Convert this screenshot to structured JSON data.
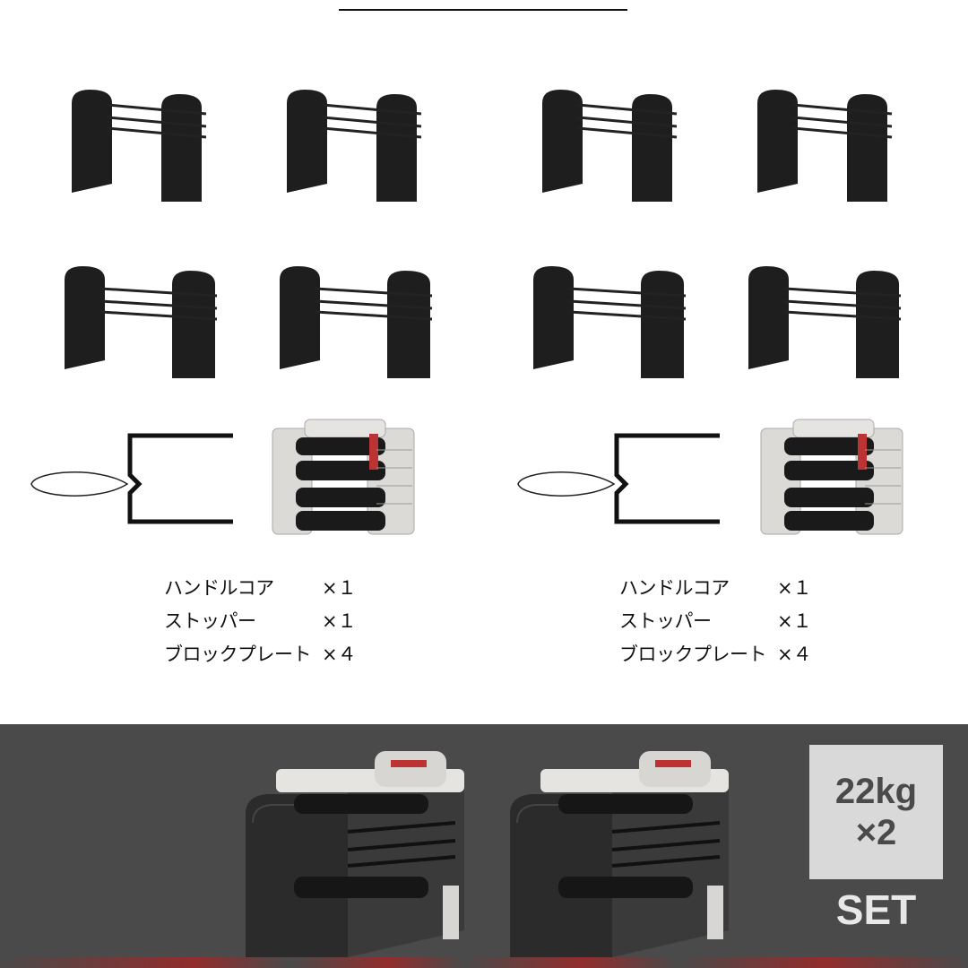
{
  "left_list": {
    "rows": [
      {
        "name": "ハンドルコア",
        "qty": "×１"
      },
      {
        "name": "ストッパー",
        "qty": "×１"
      },
      {
        "name": "ブロックプレート",
        "qty": "×４"
      }
    ]
  },
  "right_list": {
    "rows": [
      {
        "name": "ハンドルコア",
        "qty": "×１"
      },
      {
        "name": "ストッパー",
        "qty": "×１"
      },
      {
        "name": "ブロックプレート",
        "qty": "×４"
      }
    ]
  },
  "badge": {
    "weight": "22kg",
    "multiplier": "×2",
    "set": "SET"
  },
  "colors": {
    "plate": "#1e1e1e",
    "band": "#4a4a4a",
    "badge_bg": "#d9d9d9"
  }
}
